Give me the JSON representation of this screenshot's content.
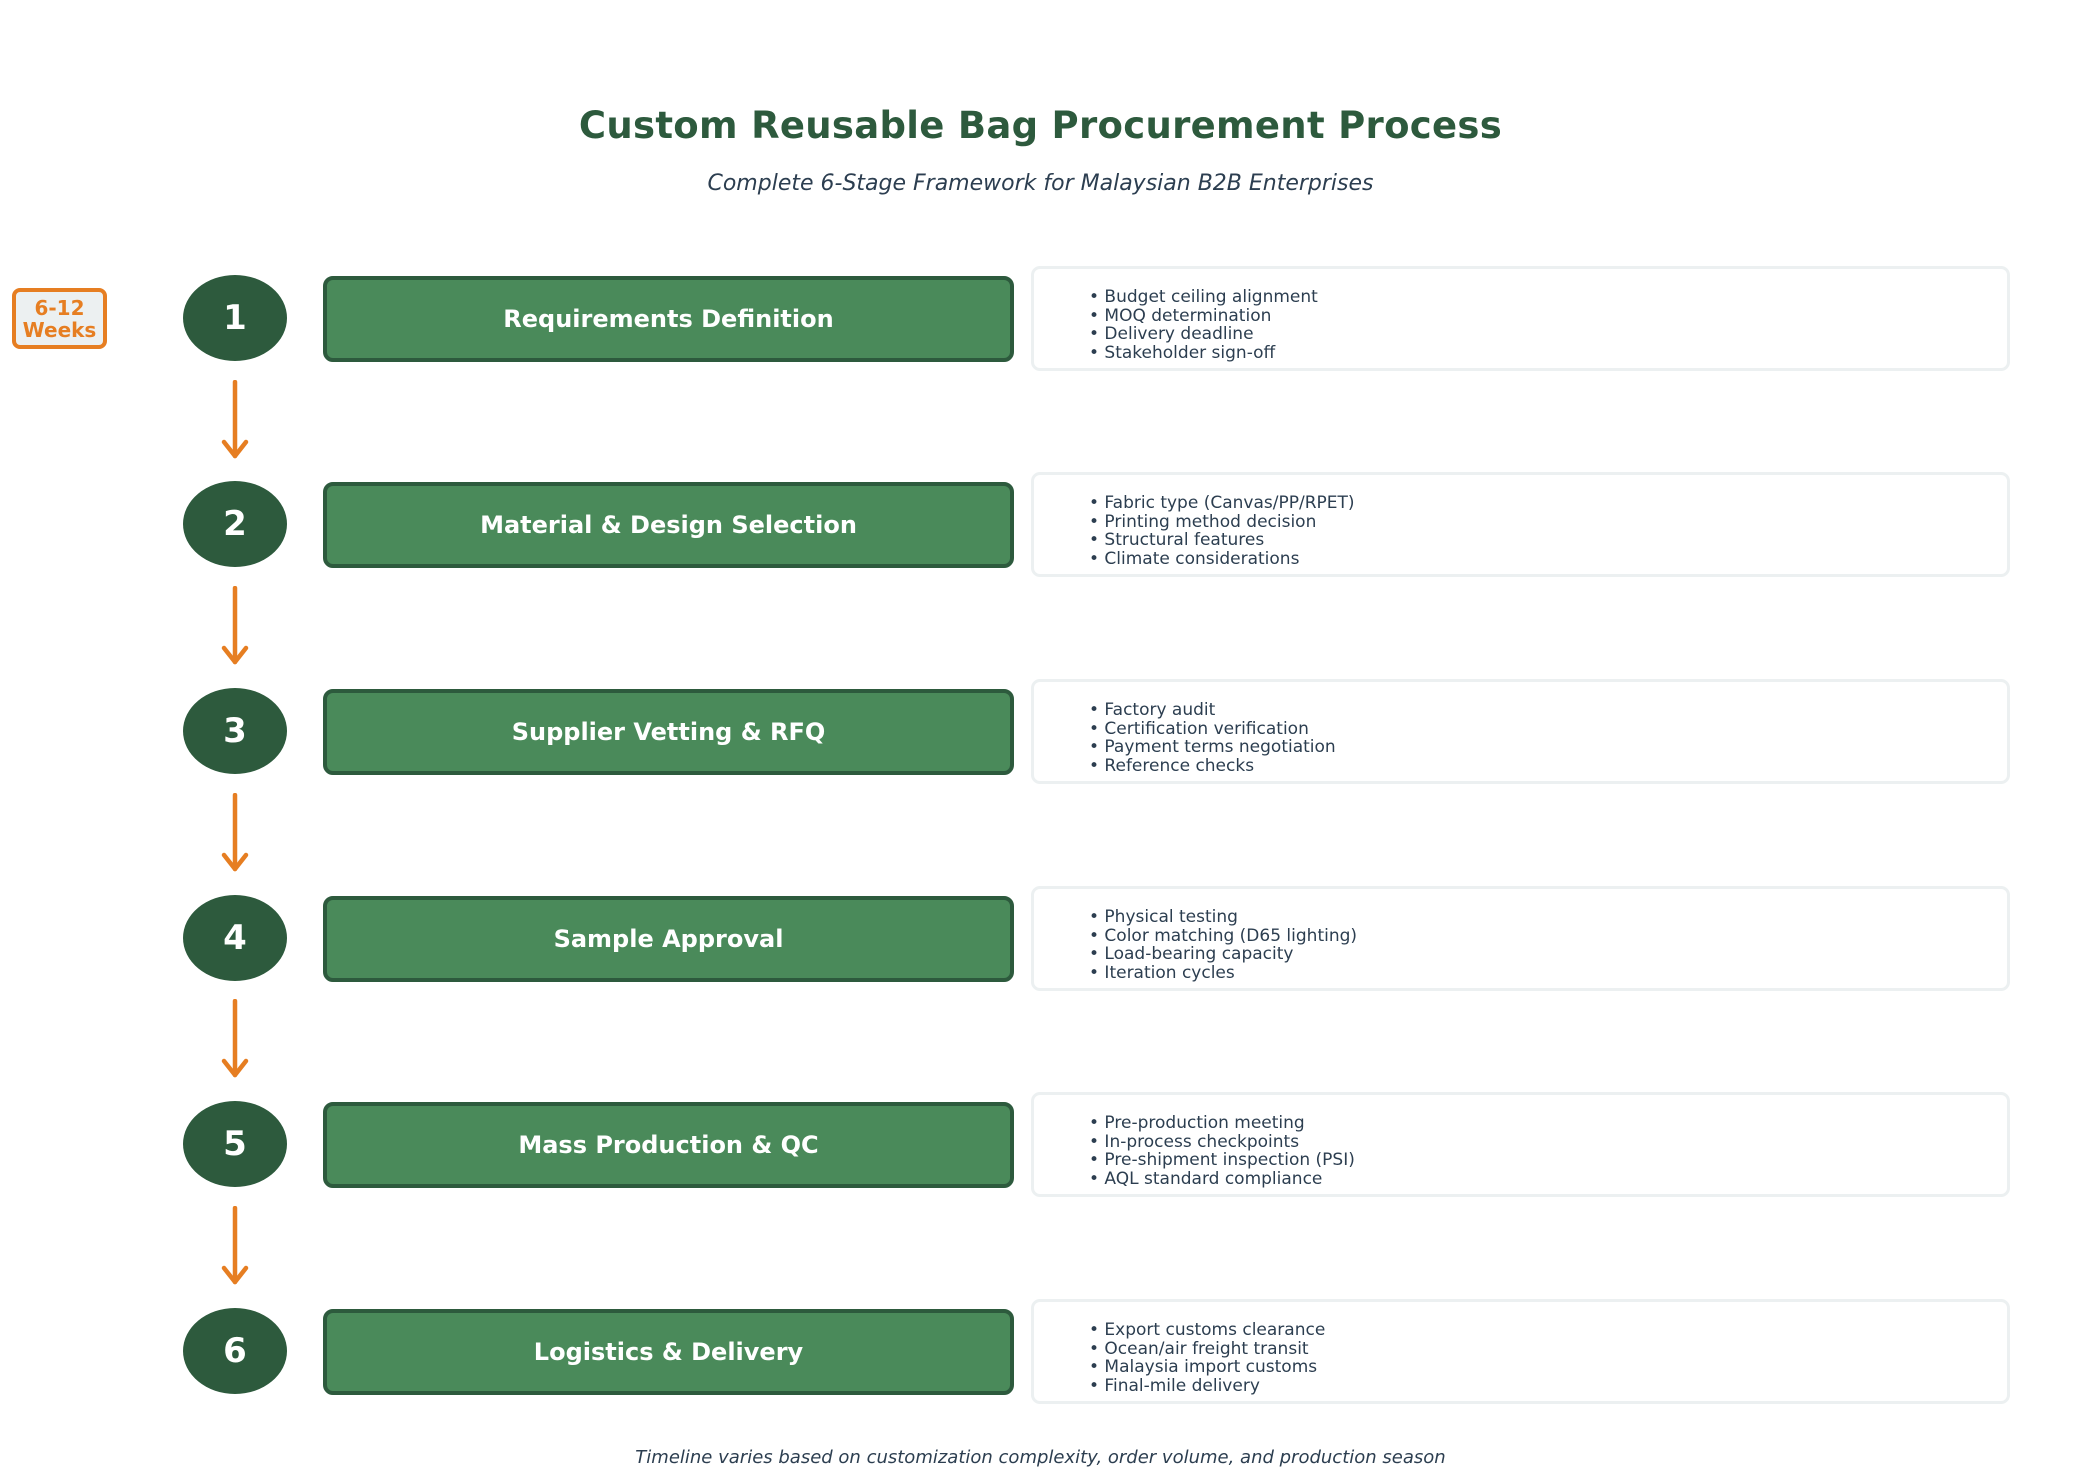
{
  "header": {
    "title": "Custom Reusable Bag Procurement Process",
    "subtitle": "Complete 6-Stage Framework for Malaysian B2B Enterprises"
  },
  "timeline_badge": {
    "line1": "6-12",
    "line2": "Weeks"
  },
  "stages": [
    {
      "number": "1",
      "label": "Requirements Definition",
      "details": [
        "• Budget ceiling alignment",
        "• MOQ determination",
        "• Delivery deadline",
        "• Stakeholder sign-off"
      ]
    },
    {
      "number": "2",
      "label": "Material & Design Selection",
      "details": [
        "• Fabric type (Canvas/PP/RPET)",
        "• Printing method decision",
        "• Structural features",
        "• Climate considerations"
      ]
    },
    {
      "number": "3",
      "label": "Supplier Vetting & RFQ",
      "details": [
        "• Factory audit",
        "• Certification verification",
        "• Payment terms negotiation",
        "• Reference checks"
      ]
    },
    {
      "number": "4",
      "label": "Sample Approval",
      "details": [
        "• Physical testing",
        "• Color matching (D65 lighting)",
        "• Load-bearing capacity",
        "• Iteration cycles"
      ]
    },
    {
      "number": "5",
      "label": "Mass Production & QC",
      "details": [
        "• Pre-production meeting",
        "• In-process checkpoints",
        "• Pre-shipment inspection (PSI)",
        "• AQL standard compliance"
      ]
    },
    {
      "number": "6",
      "label": "Logistics & Delivery",
      "details": [
        "• Export customs clearance",
        "• Ocean/air freight transit",
        "• Malaysia import customs",
        "• Final-mile delivery"
      ]
    }
  ],
  "footer": {
    "note": "Timeline varies based on customization complexity, order volume, and production season"
  },
  "colors": {
    "title_green": "#2d5a3d",
    "circle_green": "#2d5a3d",
    "stage_box_fill": "#4a8a5a",
    "stage_box_border": "#2d5a3d",
    "arrow_orange": "#e67e22",
    "badge_fill": "#ecf0f1",
    "text_dark": "#2c3e50",
    "detail_border": "#ecf0f1"
  }
}
